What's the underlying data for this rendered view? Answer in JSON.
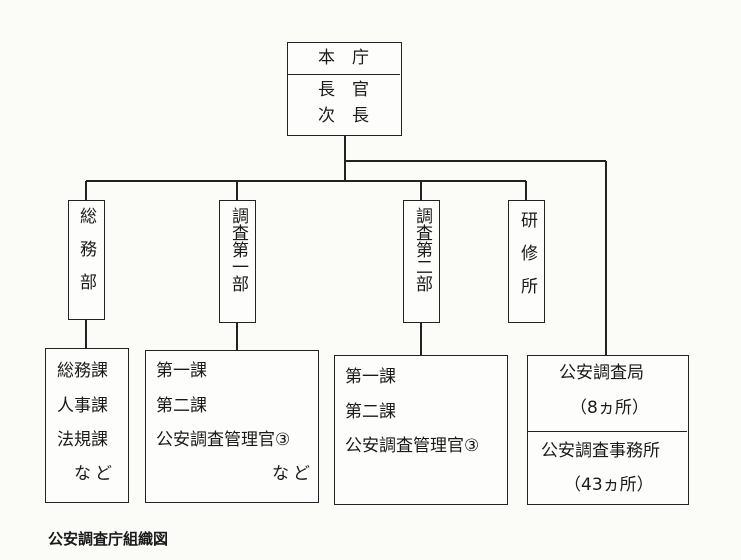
{
  "top": {
    "name": "本　庁",
    "officer1": "長　官",
    "officer2": "次　長"
  },
  "divisions": {
    "somu": "総務部",
    "chosa1": "調査第一部",
    "chosa2": "調査第二部",
    "kenshu": "研修所"
  },
  "sections": {
    "somu": [
      "総務課",
      "人事課",
      "法規課",
      "など"
    ],
    "chosa1": [
      "第一課",
      "第二課",
      "公安調査管理官③",
      "など"
    ],
    "chosa2": [
      "第一課",
      "第二課",
      "公安調査管理官③"
    ],
    "regional": {
      "bureau": "公安調査局",
      "bureau_count": "（8ヵ所）",
      "office": "公安調査事務所",
      "office_count": "（43ヵ所）"
    }
  },
  "caption": "公安調査庁組織図"
}
